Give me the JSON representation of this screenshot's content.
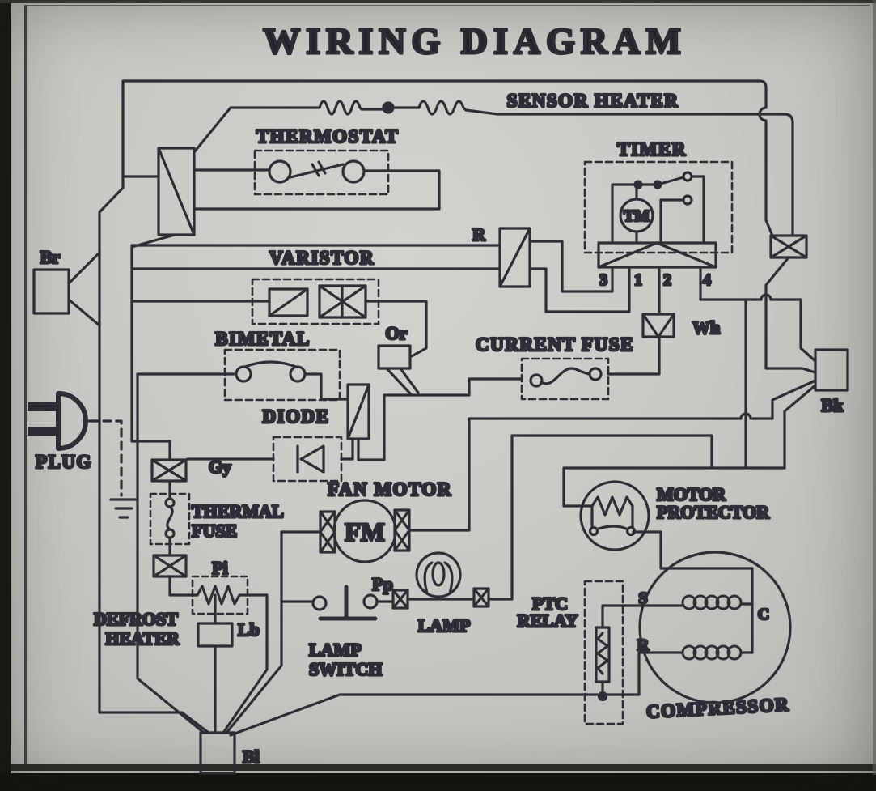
{
  "title": "WIRING DIAGRAM",
  "colors": {
    "paper": "#c8c9c4",
    "ink": "#2e2e36",
    "frame": "#14140f"
  },
  "components": {
    "sensor_heater": {
      "label": "SENSOR HEATER"
    },
    "thermostat": {
      "label": "THERMOSTAT"
    },
    "timer": {
      "label": "TIMER",
      "motor": "TM",
      "terminals": [
        "3",
        "1",
        "2",
        "4"
      ]
    },
    "varistor": {
      "label": "VARISTOR"
    },
    "bimetal": {
      "label": "BIMETAL"
    },
    "diode": {
      "label": "DIODE"
    },
    "current_fuse": {
      "label": "CURRENT FUSE"
    },
    "fan_motor": {
      "label": "FAN MOTOR",
      "symbol": "FM"
    },
    "thermal_fuse": {
      "line1": "THERMAL",
      "line2": "FUSE"
    },
    "defrost_heater": {
      "line1": "DEFROST",
      "line2": "HEATER"
    },
    "lamp": {
      "label": "LAMP"
    },
    "lamp_switch": {
      "line1": "LAMP",
      "line2": "SWITCH"
    },
    "ptc_relay": {
      "line1": "PTC",
      "line2": "RELAY"
    },
    "compressor": {
      "label": "COMPRESSOR",
      "terminal_s": "S",
      "terminal_r": "R",
      "terminal_c": "C"
    },
    "motor_protector": {
      "line1": "MOTOR",
      "line2": "PROTECTOR"
    },
    "plug": {
      "label": "PLUG"
    }
  },
  "wire_labels": {
    "brown": "Br",
    "red": "R",
    "white": "Wh",
    "orange": "Or",
    "gray": "Gy",
    "black": "Bk",
    "pink": "Pi",
    "light_blue": "Lb",
    "purple": "Pp",
    "blue": "Bl"
  }
}
